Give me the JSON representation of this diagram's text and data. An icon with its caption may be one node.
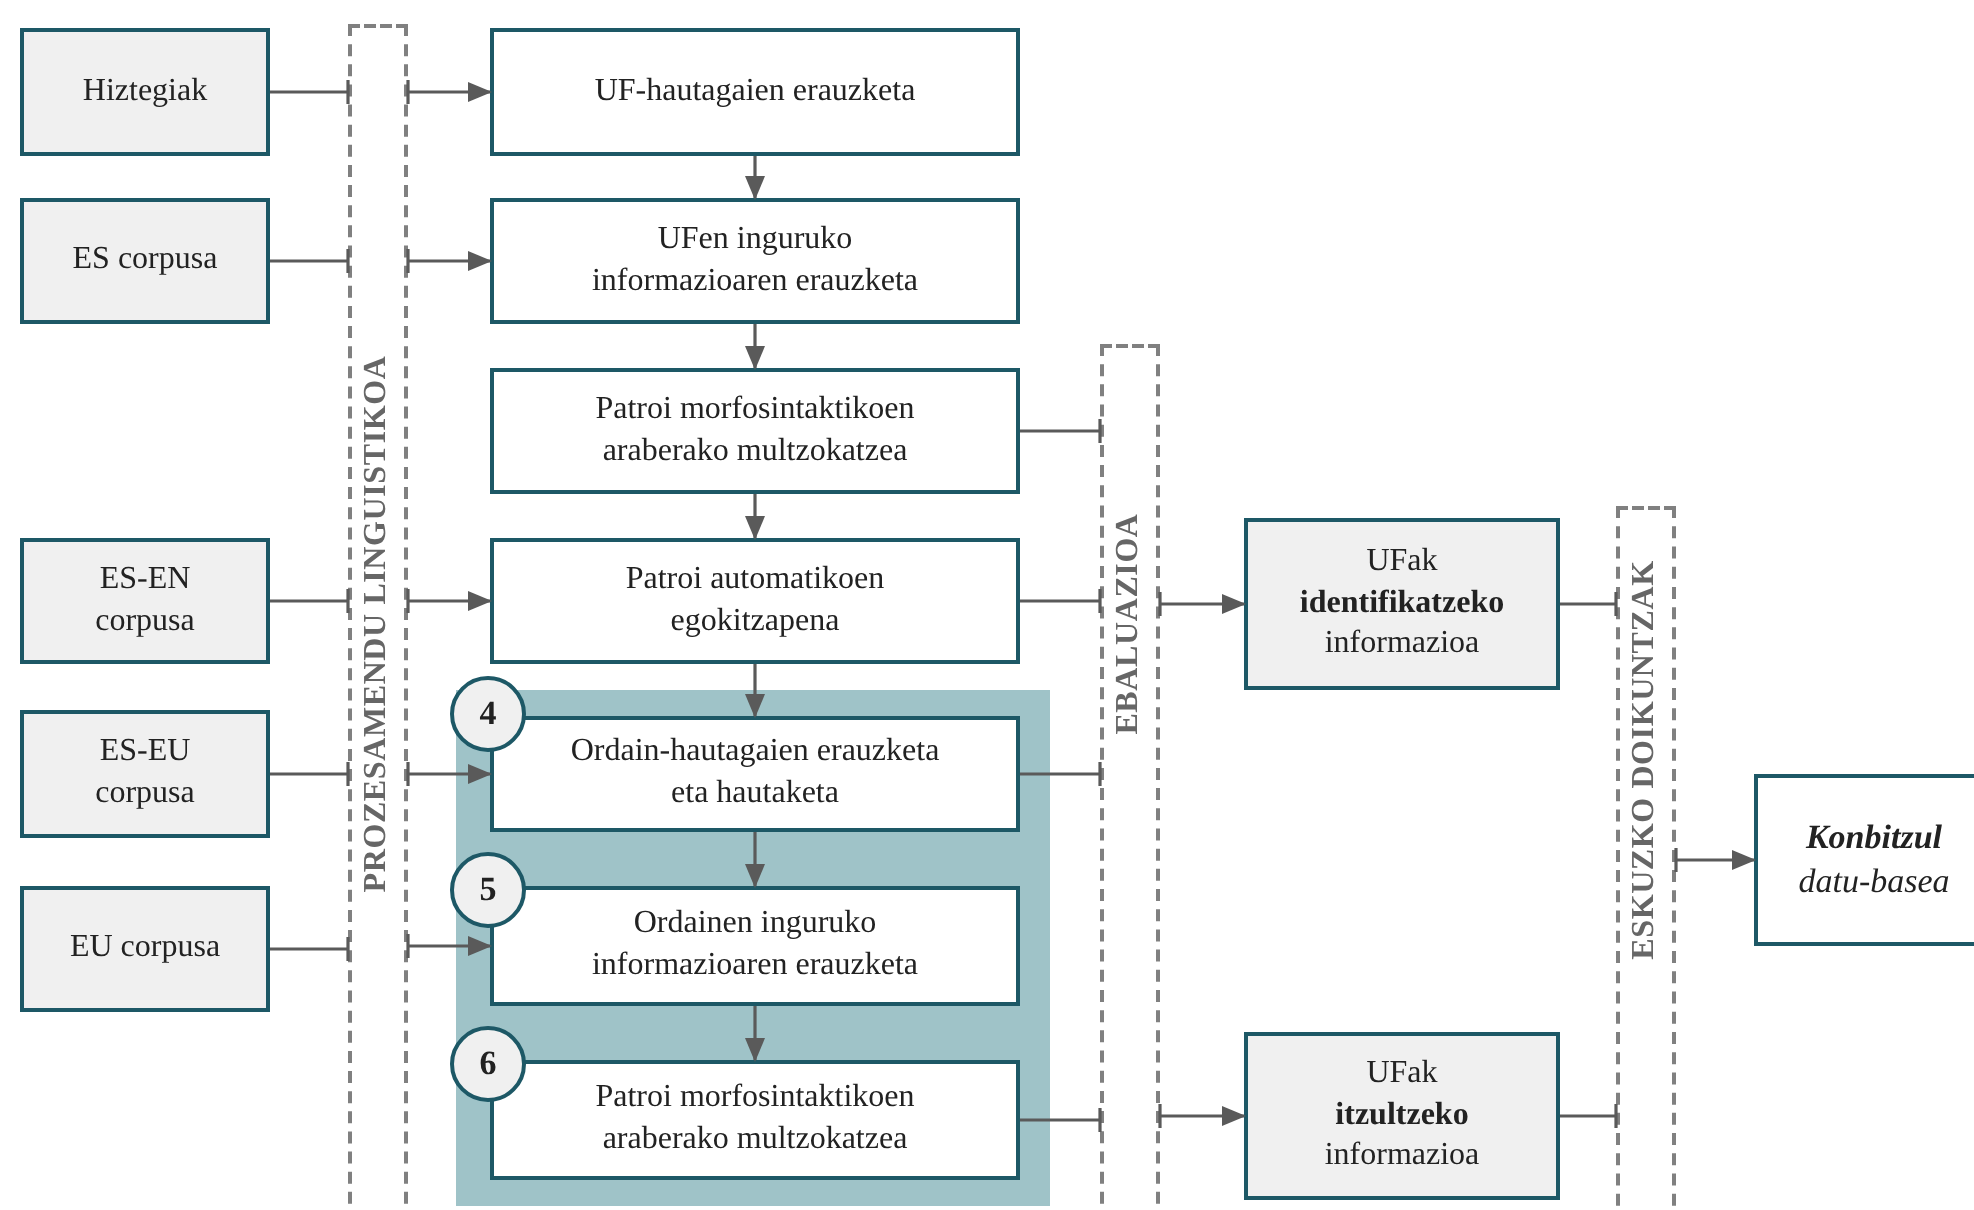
{
  "diagram": {
    "nodes": [
      {
        "text": [
          "Hiztegiak"
        ]
      },
      {
        "text": [
          "ES corpusa"
        ]
      },
      {
        "text": [
          "ES-EN corpusa"
        ]
      },
      {
        "text": [
          "ES-EU corpusa"
        ]
      },
      {
        "text": [
          "EU corpusa"
        ]
      },
      {
        "text": [
          "PROZESAMENDU LINGUISTIKOA"
        ]
      },
      {
        "text": [
          "UF-hautagaien erauzketa"
        ]
      },
      {
        "text": [
          "UFen inguruko informazioaren erauzketa"
        ]
      },
      {
        "text": [
          "Patroi morfosintaktikoen araberako multzokatzea"
        ]
      },
      {
        "text": [
          "Patroi automatikoen egokitzapena"
        ]
      },
      {
        "text": [],
        "shape": "box"
      },
      {
        "text": [
          "4"
        ],
        "in": 10
      },
      {
        "text": [
          "Ordain-hautagaien erauzketa eta hautaketa"
        ],
        "in": 10
      },
      {
        "text": [
          "5"
        ],
        "in": 10
      },
      {
        "text": [
          "Ordainen inguruko informazioaren erauzketa"
        ],
        "in": 10
      },
      {
        "text": [
          "6"
        ],
        "in": 10
      },
      {
        "text": [
          "Patroi morfosintaktikoen araberako multzokatzea"
        ],
        "in": 10
      },
      {
        "text": [
          "EBALUAZIOA"
        ]
      },
      {
        "text": [
          "UFak **identifikatzeko** informazioa"
        ]
      },
      {
        "text": [
          "UFak **itzultzeko** informazioa"
        ]
      },
      {
        "text": [
          "ESKUZKO DOIKUNTZAK"
        ]
      },
      {
        "text": [
          "Konbitzul",
          "datu-basea"
        ]
      }
    ],
    "edges": [
      {
        "from": 0,
        "to": 5,
        "arrow": "other"
      },
      {
        "from": 5,
        "to": 6,
        "arrow": "to"
      },
      {
        "from": 1,
        "to": 5,
        "arrow": "other"
      },
      {
        "from": 5,
        "to": 7,
        "arrow": "to"
      },
      {
        "from": 2,
        "to": 5,
        "arrow": "other"
      },
      {
        "from": 5,
        "to": 9,
        "arrow": "to"
      },
      {
        "from": 3,
        "to": 5,
        "arrow": "other"
      },
      {
        "from": 5,
        "to": 12,
        "arrow": "to"
      },
      {
        "from": 4,
        "to": 5,
        "arrow": "other"
      },
      {
        "from": 5,
        "to": 14,
        "arrow": "to"
      },
      {
        "from": 6,
        "to": 7,
        "arrow": "to"
      },
      {
        "from": 7,
        "to": 8,
        "arrow": "to"
      },
      {
        "from": 8,
        "to": 9,
        "arrow": "to"
      },
      {
        "from": 9,
        "to": 12,
        "arrow": "to"
      },
      {
        "from": 12,
        "to": 14,
        "arrow": "to"
      },
      {
        "from": 14,
        "to": 16,
        "arrow": "to"
      },
      {
        "from": 8,
        "to": 17,
        "arrow": "other"
      },
      {
        "from": 9,
        "to": 17,
        "arrow": "other"
      },
      {
        "from": 12,
        "to": 17,
        "arrow": "other"
      },
      {
        "from": 16,
        "to": 17,
        "arrow": "other"
      },
      {
        "from": 17,
        "to": 18,
        "arrow": "to"
      },
      {
        "from": 17,
        "to": 19,
        "arrow": "to"
      },
      {
        "from": 18,
        "to": 20,
        "arrow": "other"
      },
      {
        "from": 19,
        "to": 20,
        "arrow": "other"
      },
      {
        "from": 20,
        "to": 21,
        "arrow": "to"
      }
    ]
  }
}
